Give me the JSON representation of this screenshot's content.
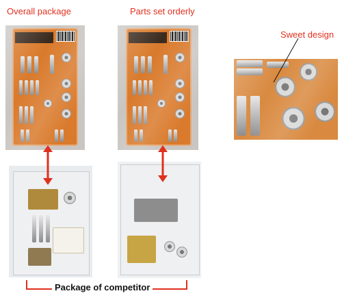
{
  "labels": {
    "overall_package": "Overall package",
    "parts_set_orderly": "Parts set orderly",
    "sweet_design": "Sweet design",
    "package_of_competitor": "Package of competitor"
  },
  "colors": {
    "annotation_red": "#e0301e",
    "package_orange": "#d97a2c",
    "footer_text": "#111111"
  },
  "icons": {
    "arrow": "double-headed-arrow-icon"
  }
}
